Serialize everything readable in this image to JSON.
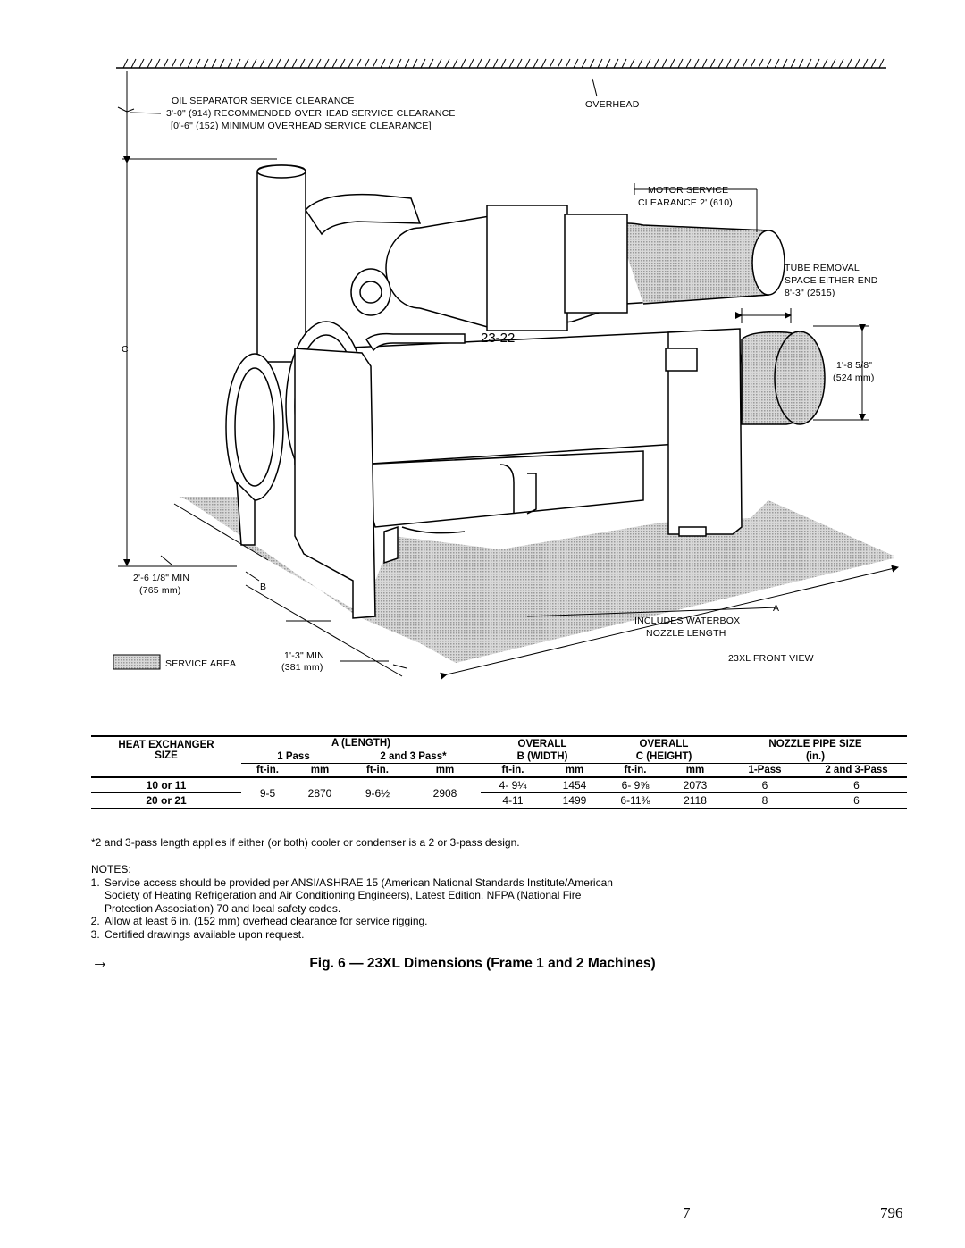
{
  "figure": {
    "ceiling_label": "OVERHEAD",
    "oil_clearance": [
      "OIL SEPARATOR SERVICE CLEARANCE",
      "3'-0\" (914) RECOMMENDED OVERHEAD SERVICE CLEARANCE",
      "[0'-6\" (152) MINIMUM OVERHEAD SERVICE CLEARANCE]"
    ],
    "motor_service": [
      "MOTOR SERVICE",
      "CLEARANCE 2' (610)"
    ],
    "tube_removal": [
      "TUBE REMOVAL",
      "SPACE EITHER END",
      "8'-3\" (2515)"
    ],
    "tube_dia": [
      "1'-8 5/8\"",
      "(524 mm)"
    ],
    "dim_c": "C",
    "dim_b": "B",
    "dim_a": "A",
    "left_clear": [
      "2'-6 1/8\" MIN",
      "(765 mm)"
    ],
    "front_clear": [
      "1'-3\" MIN",
      "(381 mm)"
    ],
    "includes_waterbox": [
      "INCLUDES WATERBOX",
      "NOZZLE LENGTH"
    ],
    "view_label": "23XL FRONT VIEW",
    "legend_label": "SERVICE AREA",
    "machine_mark": "23-22"
  },
  "table": {
    "headers": {
      "size": [
        "HEAT EXCHANGER",
        "SIZE"
      ],
      "a_length": "A (LENGTH)",
      "one_pass": "1 Pass",
      "two_three_pass": "2 and 3 Pass*",
      "overall_b": [
        "OVERALL",
        "B (WIDTH)"
      ],
      "overall_c": [
        "OVERALL",
        "C (HEIGHT)"
      ],
      "nozzle": [
        "NOZZLE PIPE SIZE",
        "(in.)"
      ],
      "ftin": "ft-in.",
      "mm": "mm",
      "nozzle_1": "1-Pass",
      "nozzle_23": "2 and 3-Pass"
    },
    "rows": [
      {
        "size": "10 or 11",
        "a1_ftin": "9-5",
        "a1_mm": "2870",
        "a23_ftin": "9-6½",
        "a23_mm": "2908",
        "b_ftin": "4- 9¼",
        "b_mm": "1454",
        "c_ftin": "6- 9⅝",
        "c_mm": "2073",
        "n1": "6",
        "n23": "6"
      },
      {
        "size": "20 or 21",
        "b_ftin": "4-11",
        "b_mm": "1499",
        "c_ftin": "6-11⅜",
        "c_mm": "2118",
        "n1": "8",
        "n23": "6"
      }
    ]
  },
  "footnote": "*2 and 3-pass length applies if either (or both) cooler or condenser is a 2 or 3-pass design.",
  "notes_title": "NOTES:",
  "notes": [
    "Service access should be provided per ANSI/ASHRAE 15 (American National Standards Institute/American Society of Heating Refrigeration and Air Conditioning Engineers), Latest Edition. NFPA (National Fire Protection Association) 70 and local safety codes.",
    "Allow at least 6 in. (152 mm) overhead clearance for service rigging.",
    "Certified drawings available upon request."
  ],
  "change_arrow": "→",
  "caption": "Fig. 6 — 23XL Dimensions (Frame 1 and 2 Machines)",
  "page_number": "7",
  "doc_number": "796"
}
